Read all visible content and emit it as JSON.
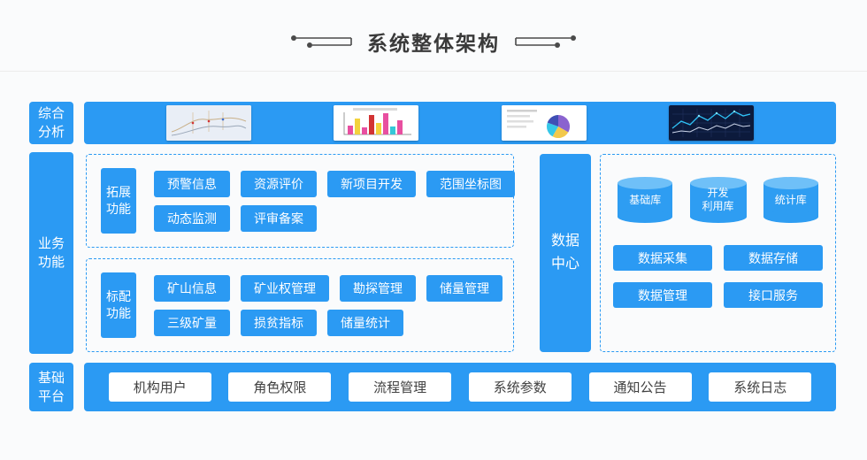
{
  "title": "系统整体架构",
  "colors": {
    "primary_blue": "#2b9af3",
    "cylinder_top_blue": "#6fc0f8",
    "chart_dark_bg": "#0c1a3c",
    "page_bg": "#fafbfc"
  },
  "analysis_row": {
    "label": "综合\n分析"
  },
  "business_row": {
    "label": "业务\n功能",
    "extended_group": {
      "label": "拓展\n功能",
      "rows": [
        [
          "预警信息",
          "资源评价",
          "新项目开发",
          "范围坐标图"
        ],
        [
          "动态监测",
          "评审备案"
        ]
      ]
    },
    "standard_group": {
      "label": "标配\n功能",
      "rows": [
        [
          "矿山信息",
          "矿业权管理",
          "勘探管理",
          "储量管理"
        ],
        [
          "三级矿量",
          "损贫指标",
          "储量统计"
        ]
      ]
    },
    "data_center_label": "数据\n中心",
    "data_zone": {
      "databases": [
        "基础库",
        "开发\n利用库",
        "统计库"
      ],
      "buttons": [
        "数据采集",
        "数据存储",
        "数据管理",
        "接口服务"
      ]
    }
  },
  "platform_row": {
    "label": "基础\n平台",
    "items": [
      "机构用户",
      "角色权限",
      "流程管理",
      "系统参数",
      "通知公告",
      "系统日志"
    ]
  }
}
